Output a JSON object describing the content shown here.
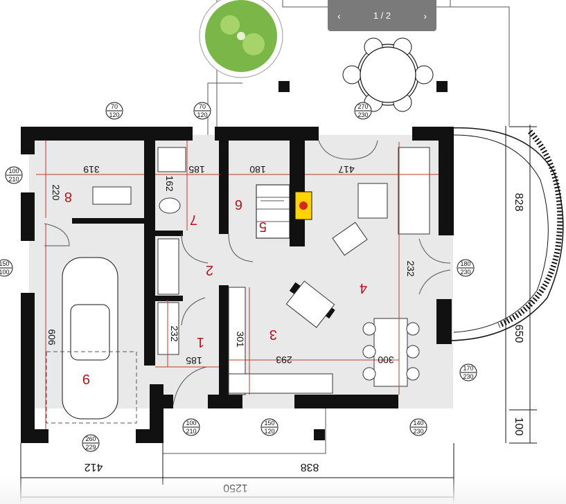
{
  "viewer": {
    "prev": "‹",
    "page": "1 / 2",
    "next": "›"
  },
  "rooms": [
    "1",
    "2",
    "3",
    "4",
    "5",
    "6",
    "7",
    "8",
    "9"
  ],
  "dimensions": {
    "d319": "319",
    "d185a": "185",
    "d180": "180",
    "d417": "417",
    "d220": "220",
    "d162": "162",
    "d232": "232",
    "d301": "301",
    "d293": "293",
    "d300": "300",
    "d185b": "185",
    "d606": "606",
    "d232b": "232",
    "d828": "828",
    "d650": "650",
    "d100": "100",
    "d412": "412",
    "d838": "838",
    "d1250": "1250"
  },
  "openings": [
    {
      "top": "70",
      "bottom": "120"
    },
    {
      "top": "70",
      "bottom": "120"
    },
    {
      "top": "270",
      "bottom": "230"
    },
    {
      "top": "100",
      "bottom": "210"
    },
    {
      "top": "150",
      "bottom": "100"
    },
    {
      "top": "180",
      "bottom": "230"
    },
    {
      "top": "170",
      "bottom": "230"
    },
    {
      "top": "100",
      "bottom": "210"
    },
    {
      "top": "150",
      "bottom": "120"
    },
    {
      "top": "140",
      "bottom": "230"
    },
    {
      "top": "260",
      "bottom": "229"
    }
  ],
  "colors": {
    "wall": "#111111",
    "floor": "#e9e9e9",
    "room_label": "#b5121b",
    "fireplace": "#ffd400",
    "tree": "#7ab648"
  }
}
